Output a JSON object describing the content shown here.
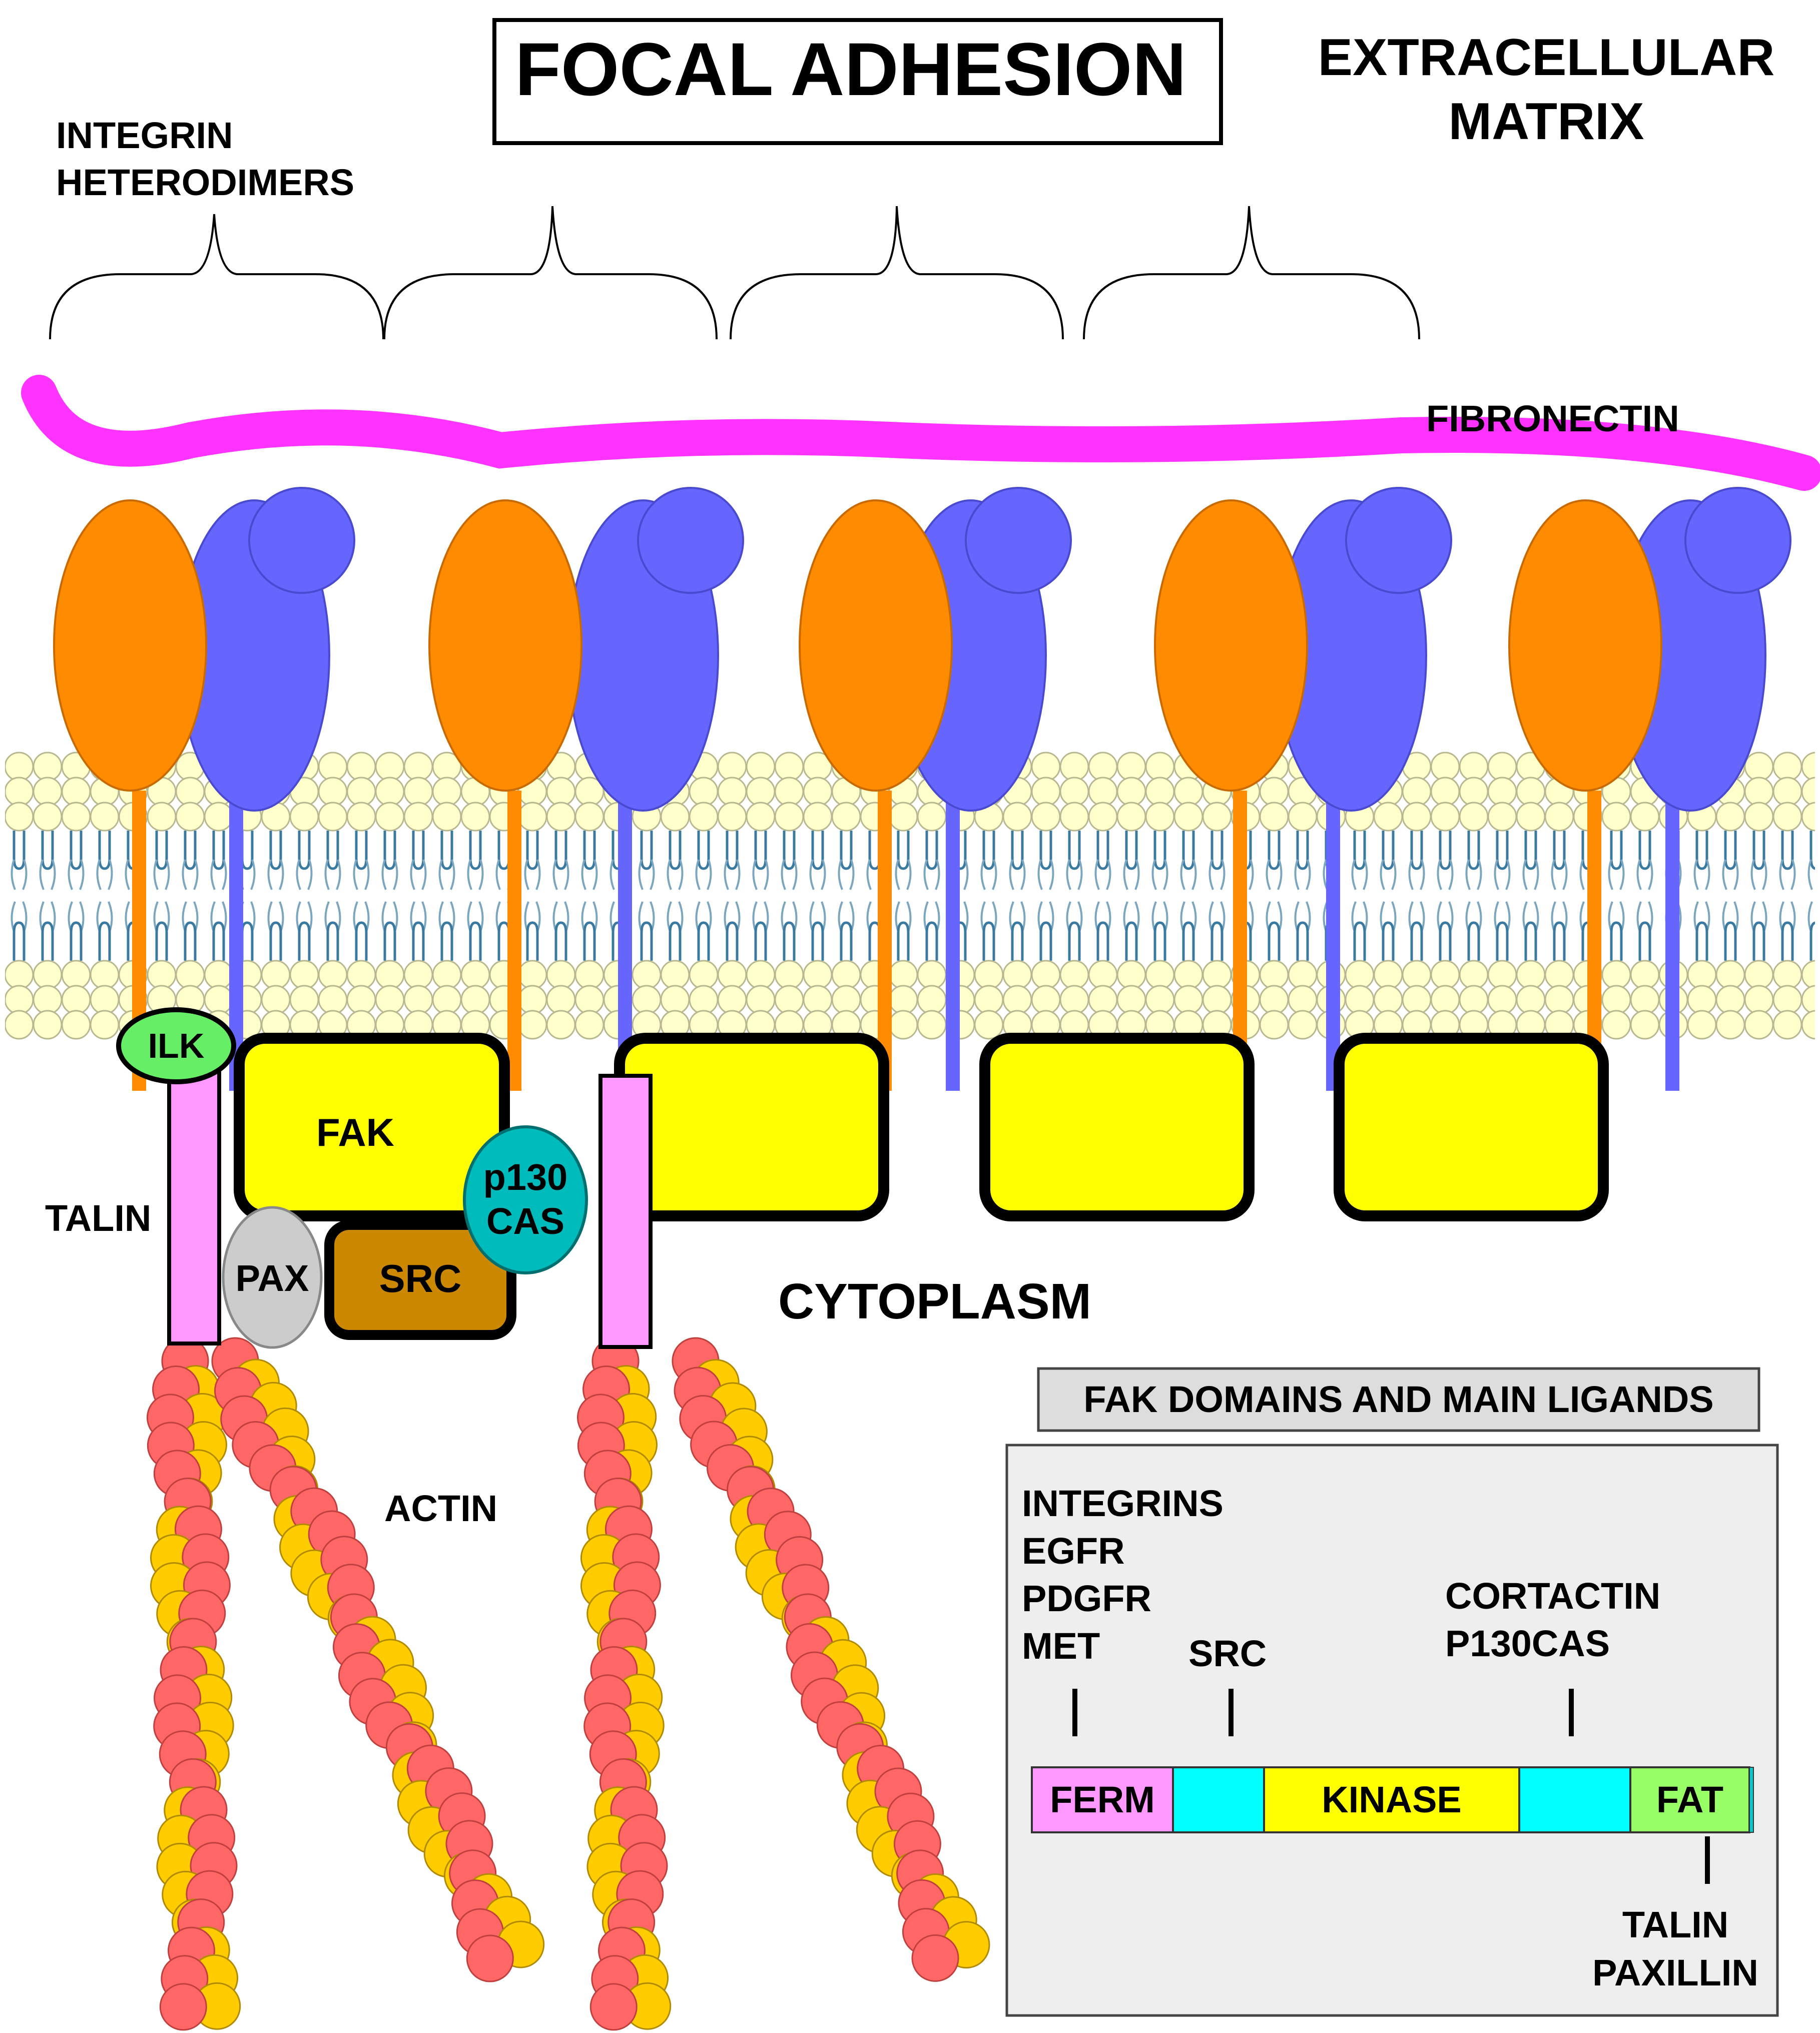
{
  "title": "FOCAL ADHESION",
  "labels": {
    "integrin_line1": "INTEGRIN",
    "integrin_line2": "HETERODIMERS",
    "ecm_line1": "EXTRACELLULAR",
    "ecm_line2": "MATRIX",
    "fibronectin": "FIBRONECTIN",
    "cytoplasm": "CYTOPLASM",
    "talin": "TALIN",
    "actin": "ACTIN"
  },
  "proteins": {
    "ilk": "ILK",
    "fak": "FAK",
    "pax": "PAX",
    "src": "SRC",
    "p130_line1": "p130",
    "p130_line2": "CAS"
  },
  "domains_panel": {
    "heading": "FAK DOMAINS AND MAIN LIGANDS",
    "ligands_ferm": [
      "INTEGRINS",
      "EGFR",
      "PDGFR",
      "MET"
    ],
    "ligands_src": "SRC",
    "ligands_kinase": [
      "CORTACTIN",
      "P130CAS"
    ],
    "ligands_fat": [
      "TALIN",
      "PAXILLIN"
    ],
    "domains": [
      {
        "label": "FERM",
        "color": "#ff99ff"
      },
      {
        "label": "",
        "color": "#00ffff"
      },
      {
        "label": "KINASE",
        "color": "#ffff00"
      },
      {
        "label": "",
        "color": "#00ffff"
      },
      {
        "label": "FAT",
        "color": "#99ff66"
      }
    ]
  },
  "colors": {
    "alpha_subunit": "#ff8c00",
    "beta_subunit": "#6666ff",
    "fibronectin": "#ff33ff",
    "fak": "#ffff00",
    "src": "#cc8800",
    "p130cas": "#00bbbb",
    "pax": "#cccccc",
    "ilk": "#66ee66",
    "talin": "#ff99ff",
    "actin_red": "#ff6666",
    "actin_yellow": "#ffcc00",
    "lipid_head": "#ffffcc",
    "panel_bg": "#eeeeee"
  }
}
